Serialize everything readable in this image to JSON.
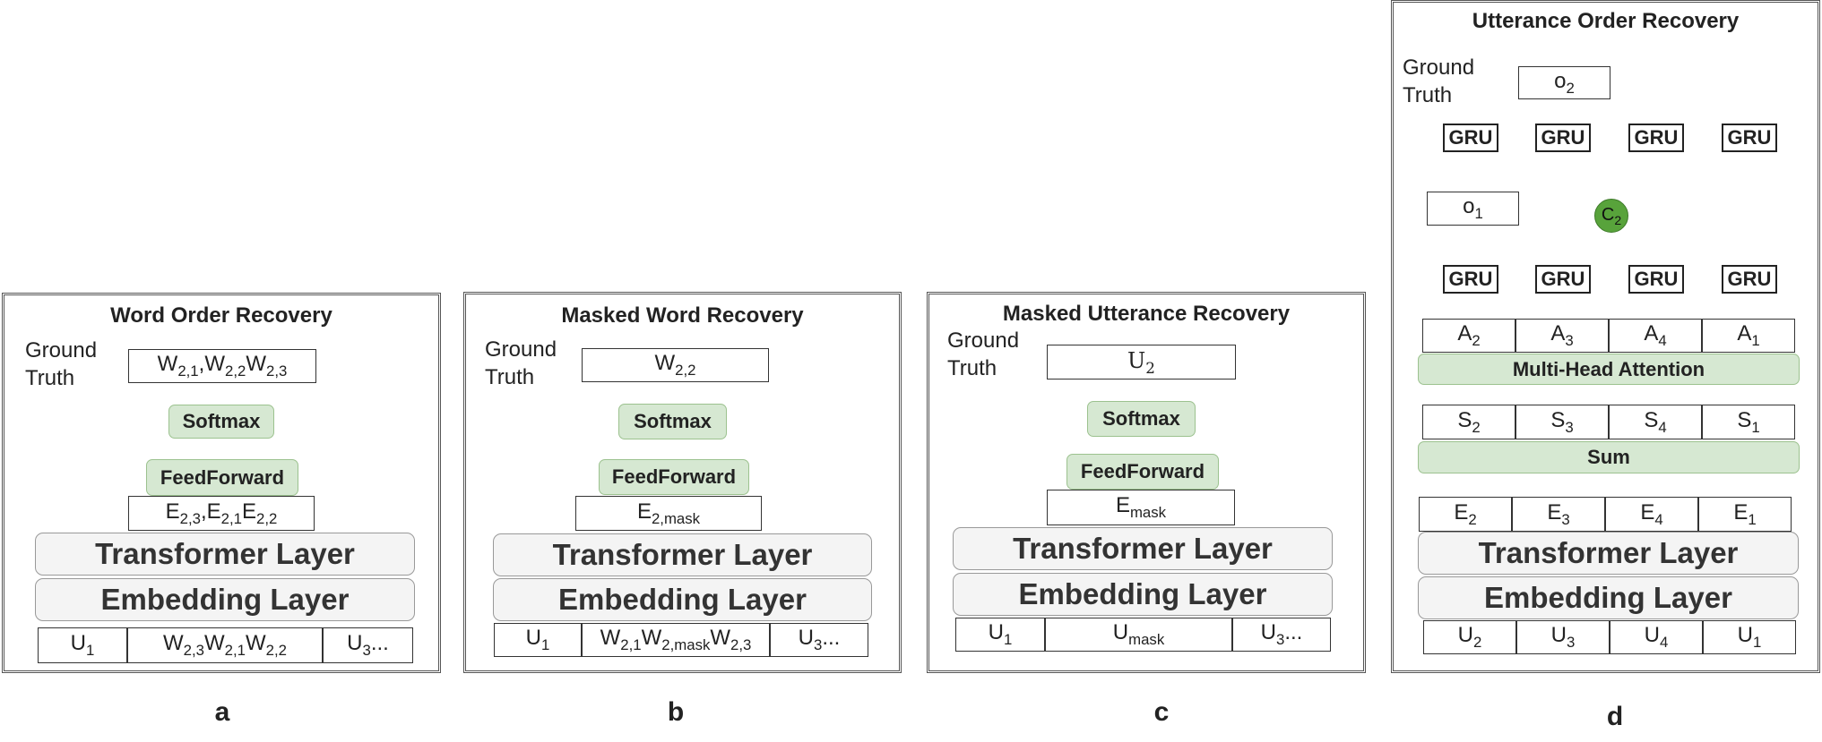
{
  "panels": {
    "a": {
      "title": "Word Order Recovery",
      "ground_truth": [
        "Ground",
        "Truth"
      ],
      "target": [
        {
          "t": "W",
          "s": "2,1"
        },
        {
          "t": ",W",
          "s": "2,2"
        },
        {
          "t": "W",
          "s": "2,3"
        }
      ],
      "softmax": "Softmax",
      "feedforward": "FeedForward",
      "embedding_row": [
        {
          "t": "E",
          "s": "2,3"
        },
        {
          "t": ",E",
          "s": "2,1"
        },
        {
          "t": "E",
          "s": "2,2"
        }
      ],
      "transformer": "Transformer Layer",
      "embedding_layer": "Embedding  Layer",
      "inputs": [
        [
          {
            "t": "U",
            "s": "1"
          }
        ],
        [
          {
            "t": "W",
            "s": "2,3"
          },
          {
            "t": "W",
            "s": "2,1"
          },
          {
            "t": "W",
            "s": "2,2"
          }
        ],
        [
          {
            "t": "U",
            "s": "3"
          },
          {
            "t": "...",
            "s": ""
          }
        ]
      ],
      "letter": "a"
    },
    "b": {
      "title": "Masked Word Recovery",
      "ground_truth": [
        "Ground",
        "Truth"
      ],
      "target": [
        {
          "t": "W",
          "s": "2,2"
        }
      ],
      "softmax": "Softmax",
      "feedforward": "FeedForward",
      "embedding_row": [
        {
          "t": "E",
          "s": "2,mask"
        }
      ],
      "transformer": "Transformer Layer",
      "embedding_layer": "Embedding Layer",
      "inputs": [
        [
          {
            "t": "U",
            "s": "1"
          }
        ],
        [
          {
            "t": "W",
            "s": "2,1"
          },
          {
            "t": "W",
            "s": "2,mask"
          },
          {
            "t": "W",
            "s": "2,3"
          }
        ],
        [
          {
            "t": "U",
            "s": "3"
          },
          {
            "t": "...",
            "s": ""
          }
        ]
      ],
      "letter": "b"
    },
    "c": {
      "title": "Masked Utterance Recovery",
      "ground_truth": [
        "Ground",
        "Truth"
      ],
      "target": [
        {
          "t": "U",
          "s": "2"
        }
      ],
      "softmax": "Softmax",
      "feedforward": "FeedForward",
      "embedding_row": [
        {
          "t": "E",
          "s": "mask"
        }
      ],
      "transformer": "Transformer Layer",
      "embedding_layer": "Embedding  Layer",
      "inputs": [
        [
          {
            "t": "U",
            "s": "1"
          }
        ],
        [
          {
            "t": "U",
            "s": "mask"
          }
        ],
        [
          {
            "t": "U",
            "s": "3"
          },
          {
            "t": "...",
            "s": ""
          }
        ]
      ],
      "letter": "c"
    },
    "d": {
      "title": "Utterance Order Recovery",
      "ground_truth": [
        "Ground",
        "Truth"
      ],
      "target": [
        {
          "t": "o",
          "s": "2"
        }
      ],
      "gru": "GRU",
      "o1": [
        {
          "t": "o",
          "s": "1"
        }
      ],
      "context": [
        {
          "t": "C",
          "s": "2"
        }
      ],
      "attention_outputs": [
        [
          {
            "t": "A",
            "s": "2"
          }
        ],
        [
          {
            "t": "A",
            "s": "3"
          }
        ],
        [
          {
            "t": "A",
            "s": "4"
          }
        ],
        [
          {
            "t": "A",
            "s": "1"
          }
        ]
      ],
      "multihead": "Multi-Head Attention",
      "sums": [
        [
          {
            "t": "S",
            "s": "2"
          }
        ],
        [
          {
            "t": "S",
            "s": "3"
          }
        ],
        [
          {
            "t": "S",
            "s": "4"
          }
        ],
        [
          {
            "t": "S",
            "s": "1"
          }
        ]
      ],
      "sum": "Sum",
      "embeddings": [
        [
          {
            "t": "E",
            "s": "2"
          }
        ],
        [
          {
            "t": "E",
            "s": "3"
          }
        ],
        [
          {
            "t": "E",
            "s": "4"
          }
        ],
        [
          {
            "t": "E",
            "s": "1"
          }
        ]
      ],
      "transformer": "Transformer Layer",
      "embedding_layer": "Embedding  Layer",
      "inputs": [
        [
          {
            "t": "U",
            "s": "2"
          }
        ],
        [
          {
            "t": "U",
            "s": "3"
          }
        ],
        [
          {
            "t": "U",
            "s": "4"
          }
        ],
        [
          {
            "t": "U",
            "s": "1"
          }
        ]
      ],
      "letter": "d"
    }
  },
  "colors": {
    "green_fill": "#d6e8d2",
    "green_border": "#9cc28f",
    "layer_fill": "#f4f4f4",
    "context_node": "#58a33b"
  }
}
